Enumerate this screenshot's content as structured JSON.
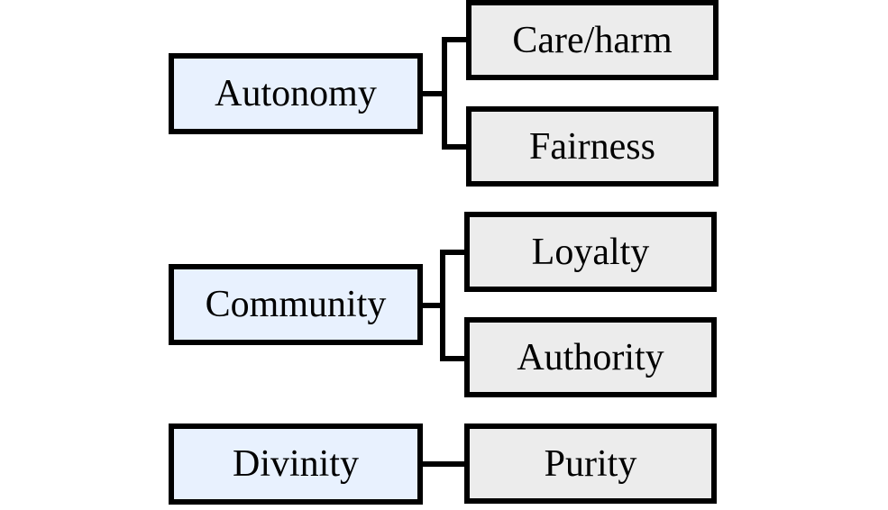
{
  "colors": {
    "parent_fill": "#e8f1fe",
    "child_fill": "#ececec",
    "stroke": "#000000"
  },
  "groups": [
    {
      "parent": "Autonomy",
      "children": [
        "Care/harm",
        "Fairness"
      ]
    },
    {
      "parent": "Community",
      "children": [
        "Loyalty",
        "Authority"
      ]
    },
    {
      "parent": "Divinity",
      "children": [
        "Purity"
      ]
    }
  ]
}
